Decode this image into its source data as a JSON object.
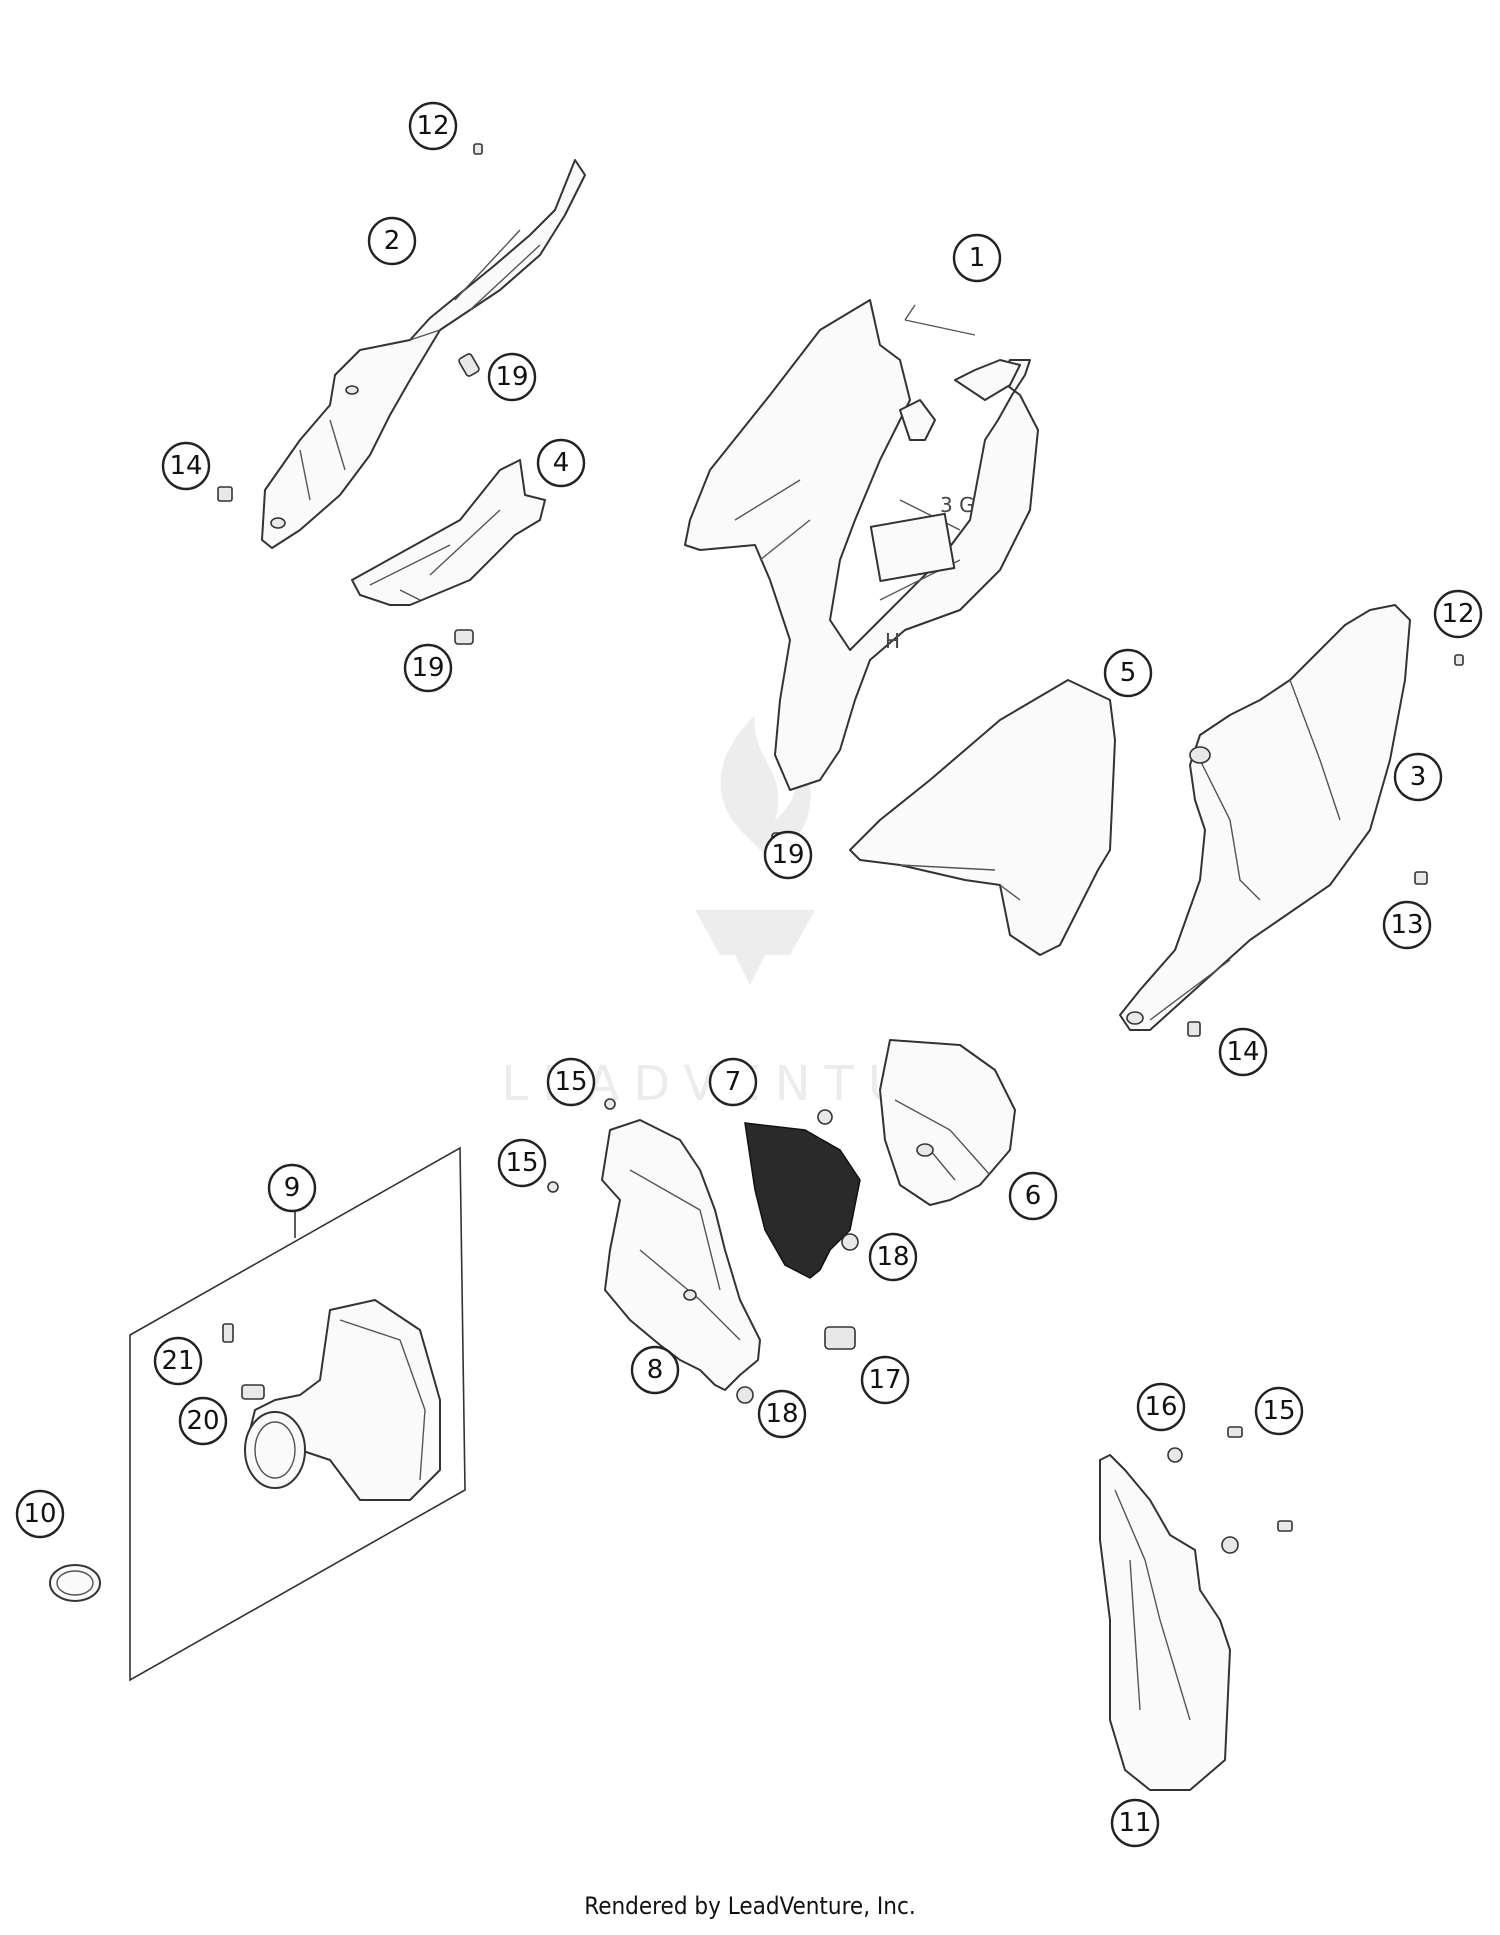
{
  "watermark": {
    "text": "LEADVENTURE"
  },
  "callouts": [
    {
      "id": "c12a",
      "label": "12"
    },
    {
      "id": "c2",
      "label": "2"
    },
    {
      "id": "c19a",
      "label": "19"
    },
    {
      "id": "c14a",
      "label": "14"
    },
    {
      "id": "c4",
      "label": "4"
    },
    {
      "id": "c19b",
      "label": "19"
    },
    {
      "id": "c1",
      "label": "1"
    },
    {
      "id": "c12b",
      "label": "12"
    },
    {
      "id": "c5",
      "label": "5"
    },
    {
      "id": "c3",
      "label": "3"
    },
    {
      "id": "c19c",
      "label": "19"
    },
    {
      "id": "c13",
      "label": "13"
    },
    {
      "id": "c14b",
      "label": "14"
    },
    {
      "id": "c15a",
      "label": "15"
    },
    {
      "id": "c7",
      "label": "7"
    },
    {
      "id": "c15b",
      "label": "15"
    },
    {
      "id": "c9",
      "label": "9"
    },
    {
      "id": "c6",
      "label": "6"
    },
    {
      "id": "c18a",
      "label": "18"
    },
    {
      "id": "c21",
      "label": "21"
    },
    {
      "id": "c8",
      "label": "8"
    },
    {
      "id": "c17",
      "label": "17"
    },
    {
      "id": "c20",
      "label": "20"
    },
    {
      "id": "c18b",
      "label": "18"
    },
    {
      "id": "c16",
      "label": "16"
    },
    {
      "id": "c15c",
      "label": "15"
    },
    {
      "id": "c10",
      "label": "10"
    },
    {
      "id": "c11",
      "label": "11"
    }
  ],
  "footer": {
    "text": "Rendered by LeadVenture, Inc."
  }
}
